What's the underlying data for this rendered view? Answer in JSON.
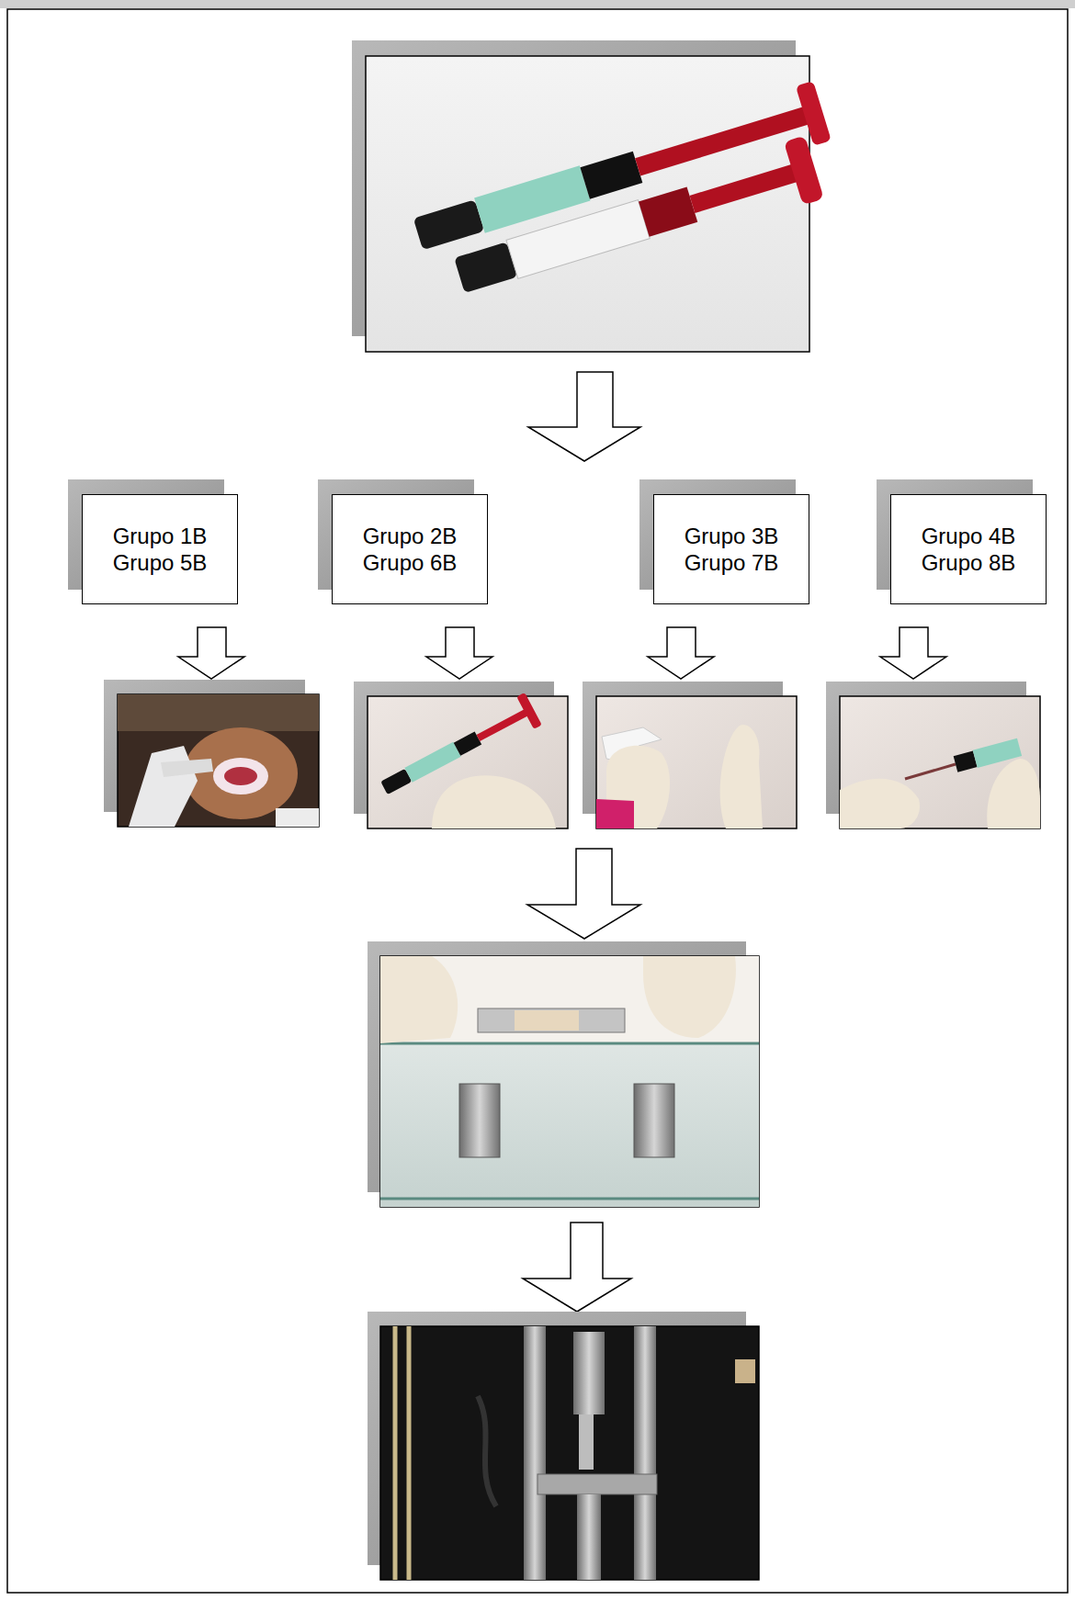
{
  "diagram": {
    "nodes": [
      {
        "text": [
          "Grupo 1B",
          "Grupo 5B"
        ]
      },
      {
        "text": [
          "Grupo 2B",
          "Grupo 6B"
        ]
      },
      {
        "text": [
          "Grupo 3B",
          "Grupo 7B"
        ]
      },
      {
        "text": [
          "Grupo 4B",
          "Grupo 8B"
        ]
      }
    ]
  }
}
